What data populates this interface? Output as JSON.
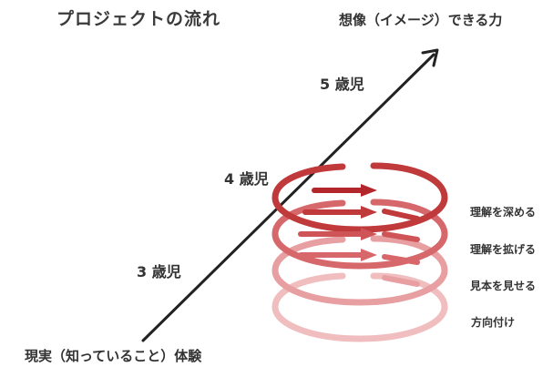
{
  "title": "プロジェクトの流れ",
  "axis": {
    "top_label": "想像（イメージ）できる力",
    "bottom_label": "現実（知っていること）体験"
  },
  "ages": [
    {
      "label": "5 歳児"
    },
    {
      "label": "4 歳児"
    },
    {
      "label": "3 歳児"
    }
  ],
  "spiral_steps": [
    {
      "label": "理解を深める"
    },
    {
      "label": "理解を拡げる"
    },
    {
      "label": "見本を見せる"
    },
    {
      "label": "方向付け"
    }
  ],
  "colors": {
    "arrow": "#222222",
    "spiral": "#c0393b",
    "spiral_light": "#e7a3a5",
    "text": "#333333"
  }
}
